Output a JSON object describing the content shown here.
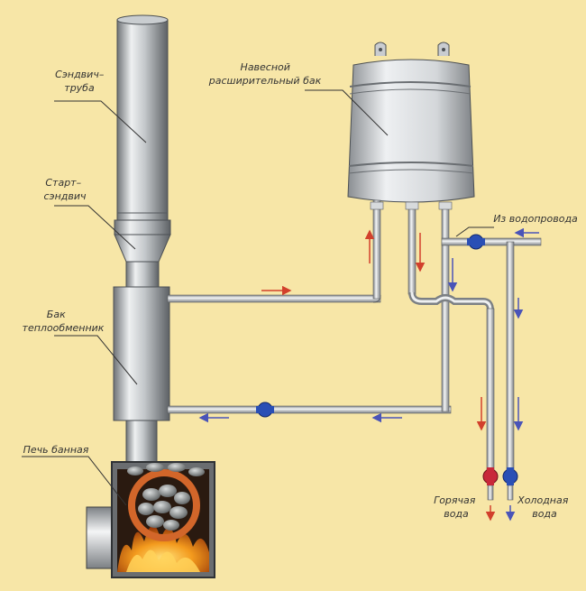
{
  "labels": {
    "sandwich_pipe": [
      "Сэндвич–",
      "труба"
    ],
    "start_sandwich": [
      "Старт–",
      "сэндвич"
    ],
    "heat_exchanger_tank": [
      "Бак",
      "теплообменник"
    ],
    "sauna_stove": [
      "Печь банная"
    ],
    "expansion_tank": [
      "Навесной",
      "расширительный бак"
    ],
    "water_supply": [
      "Из водопровода"
    ],
    "hot_water": [
      "Горячая",
      "вода"
    ],
    "cold_water": [
      "Холодная",
      "вода"
    ]
  },
  "colors": {
    "background": "#f7e6a7",
    "label_text": "#333333",
    "flow_hot": "#d2402c",
    "flow_cold": "#4a54b8",
    "valve_hot": "#c8283a",
    "valve_cold": "#2a4fb5",
    "fire": "#f08a1a"
  }
}
